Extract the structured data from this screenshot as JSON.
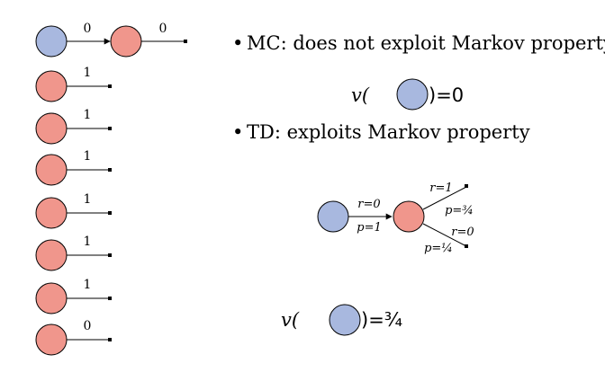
{
  "slide": {
    "bullets": [
      {
        "marker": "•",
        "text": "MC: does not exploit Markov property"
      },
      {
        "marker": "•",
        "text": "TD: exploits Markov property"
      }
    ]
  },
  "episodes": {
    "first_edge_label": "0",
    "rewards": [
      "0",
      "1",
      "1",
      "1",
      "1",
      "1",
      "1",
      "0"
    ]
  },
  "mc_value": {
    "prefix": "v(",
    "suffix": ")=0"
  },
  "td_graph": {
    "edge_top": "r=0",
    "edge_bottom": "p=1",
    "branch_upper_reward": "r=1",
    "branch_upper_prob": "p=¾",
    "branch_lower_reward": "r=0",
    "branch_lower_prob": "p=¼"
  },
  "td_value": {
    "prefix": "v(",
    "suffix": ")=¾"
  },
  "colors": {
    "state_a": "#a8b8df",
    "state_b": "#f0968c",
    "stroke": "#000000"
  }
}
